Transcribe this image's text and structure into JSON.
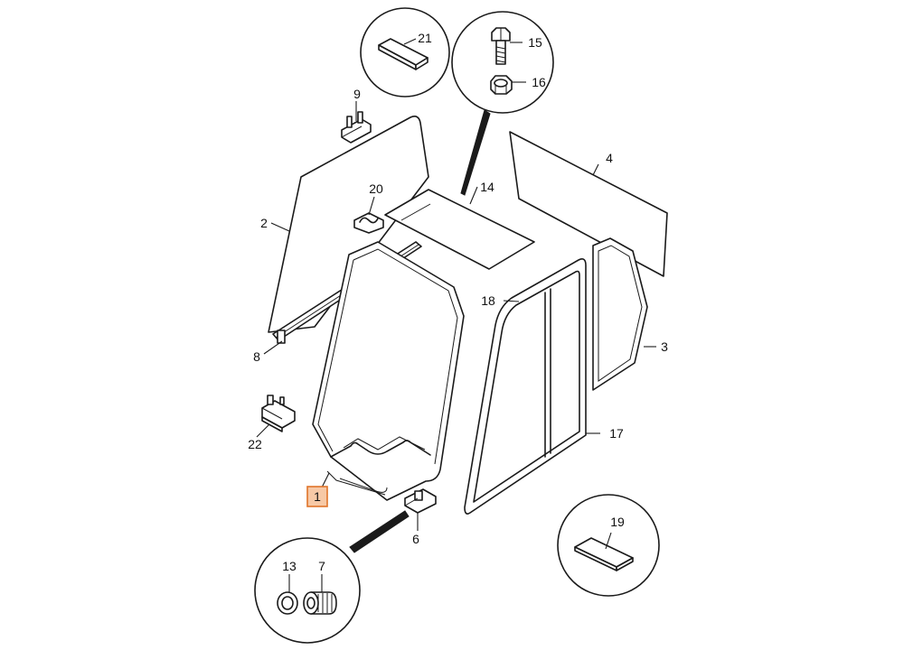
{
  "diagram": {
    "callouts": [
      {
        "id": "p1",
        "label": "1",
        "highlight": true
      },
      {
        "id": "p2",
        "label": "2"
      },
      {
        "id": "p3",
        "label": "3"
      },
      {
        "id": "p4",
        "label": "4"
      },
      {
        "id": "p6",
        "label": "6"
      },
      {
        "id": "p7",
        "label": "7"
      },
      {
        "id": "p8",
        "label": "8"
      },
      {
        "id": "p9",
        "label": "9"
      },
      {
        "id": "p13",
        "label": "13"
      },
      {
        "id": "p14",
        "label": "14"
      },
      {
        "id": "p15",
        "label": "15"
      },
      {
        "id": "p16",
        "label": "16"
      },
      {
        "id": "p17",
        "label": "17"
      },
      {
        "id": "p18",
        "label": "18"
      },
      {
        "id": "p19",
        "label": "19"
      },
      {
        "id": "p20",
        "label": "20"
      },
      {
        "id": "p21",
        "label": "21"
      },
      {
        "id": "p22",
        "label": "22"
      }
    ],
    "highlight_color": "#e0742a",
    "highlight_fill": "#f7c9a6",
    "line_color": "#1a1a1a"
  }
}
